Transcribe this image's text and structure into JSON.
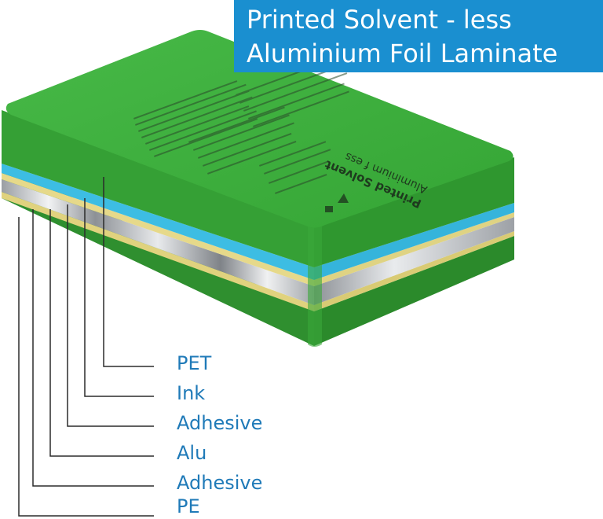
{
  "title": {
    "line1": "Printed Solvent - less",
    "line2": "Aluminium Foil Laminate"
  },
  "package_print": {
    "heading_line1": "Printed Solvent",
    "heading_line2": "Aluminium f ess"
  },
  "layers": [
    {
      "label": "PET",
      "color": "#3aa63a"
    },
    {
      "label": "Ink",
      "color": "#3dbde3"
    },
    {
      "label": "Adhesive",
      "color": "#e6d98a"
    },
    {
      "label": "Alu",
      "color": "#c9ccd0"
    },
    {
      "label": "Adhesive",
      "color": "#e6d98a"
    },
    {
      "label": "PE",
      "color": "#3c9e38"
    }
  ],
  "colors": {
    "banner": "#1a8fd0",
    "label_text": "#1f7ab8",
    "leader_line": "#2b2b2b",
    "top_surface": "#3cae3c"
  }
}
